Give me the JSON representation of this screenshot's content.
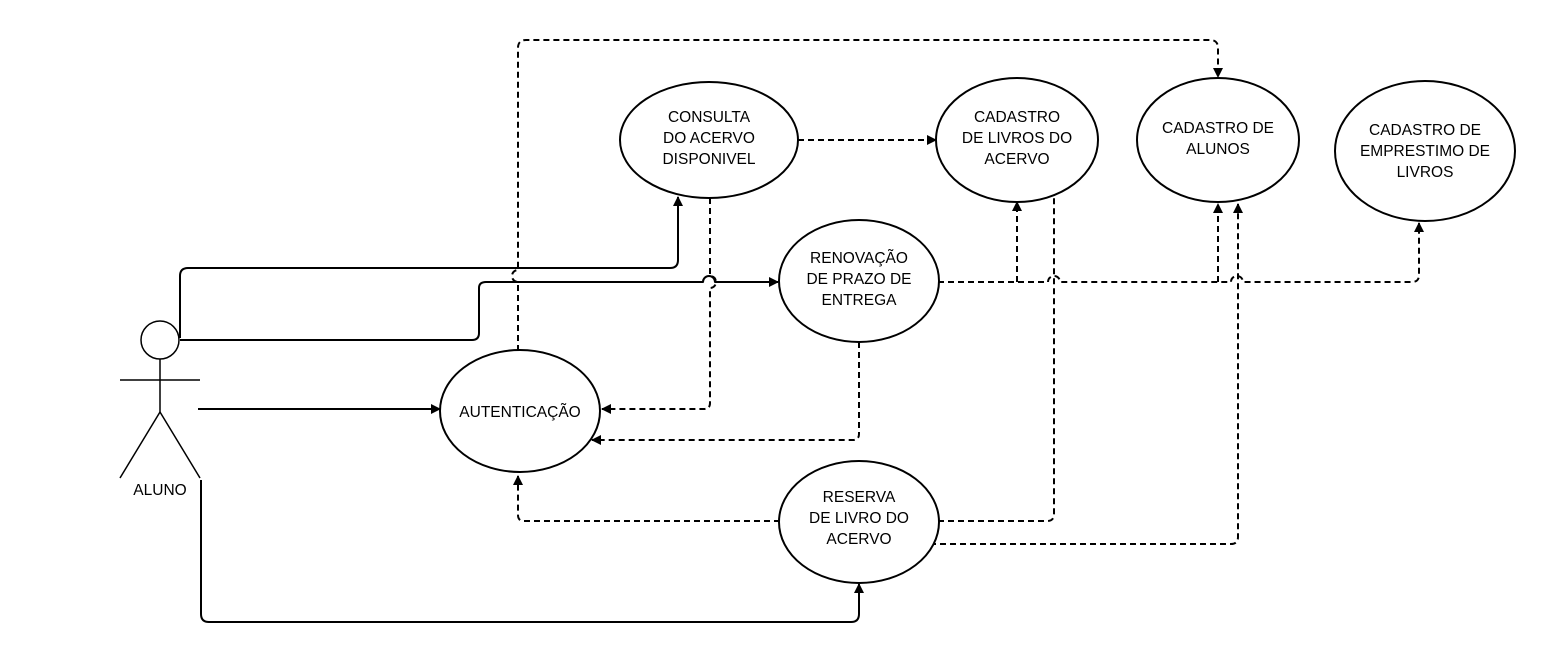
{
  "diagram": {
    "actor": {
      "label": "ALUNO"
    },
    "use_cases": {
      "consulta": [
        "CONSULTA",
        "DO ACERVO",
        "DISPONIVEL"
      ],
      "cadastro_livros": [
        "CADASTRO",
        "DE LIVROS DO",
        "ACERVO"
      ],
      "cadastro_alunos": [
        "CADASTRO DE",
        "ALUNOS"
      ],
      "cadastro_emprestimo": [
        "CADASTRO DE",
        "EMPRESTIMO DE",
        "LIVROS"
      ],
      "renovacao": [
        "RENOVAÇÃO",
        "DE PRAZO DE",
        "ENTREGA"
      ],
      "autenticacao": [
        "AUTENTICAÇÃO"
      ],
      "reserva": [
        "RESERVA",
        "DE LIVRO DO",
        "ACERVO"
      ]
    },
    "colors": {
      "stroke": "#000000",
      "fill": "#ffffff"
    }
  }
}
